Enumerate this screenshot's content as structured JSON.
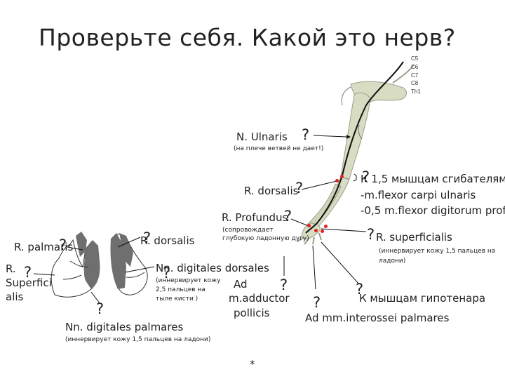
{
  "title": "Проверьте себя. Какой это нерв?",
  "roots": [
    "C5",
    "C6",
    "C7",
    "C8",
    "Th1"
  ],
  "question_mark": "?",
  "labels": {
    "n_ulnaris": "N. Ulnaris",
    "n_ulnaris_note": "(на плече ветвей не дает!)",
    "r_dorsalis_arm": "R. dorsalis",
    "r_profundus": "R. Profundus",
    "r_profundus_note_1": "(сопровождает",
    "r_profundus_note_2": "глубокую ладонную дугу)",
    "k_flexors_1": "К 1,5 мышцам сгибателям:",
    "k_flexors_2": "-m.flexor carpi ulnaris",
    "k_flexors_3": "-0,5 m.flexor digitorum prof.",
    "r_superficialis": "R. superficialis",
    "r_superficialis_note_1": "(иннервирует кожу 1,5 пальцев на",
    "r_superficialis_note_2": "ладони)",
    "r_palmaris": "R. palmaris",
    "r_dorsalis_hand": "R. dorsalis",
    "r_superficialis_hand_1": "R.",
    "r_superficialis_hand_2": "Superfici",
    "r_superficialis_hand_3": "alis",
    "nn_dig_dorsales": "Nn. digitales dorsales",
    "nn_dig_dorsales_note_1": "(иннервирует кожу",
    "nn_dig_dorsales_note_2": "2,5 пальцев на",
    "nn_dig_dorsales_note_3": "тыле кисти )",
    "ad_adductor_1": "Ad",
    "ad_adductor_2": "m.adductor",
    "ad_adductor_3": "pollicis",
    "k_hypothenar": "К мышцам гипотенара",
    "ad_interossei": "Ad mm.interossei palmares",
    "nn_dig_palmares": "Nn. digitales palmares",
    "nn_dig_palmares_note": "(иннервирует кожу 1,5 пальцев на ладони)",
    "asterisk": "*"
  },
  "colors": {
    "bone": "#d8dcc2",
    "bone_edge": "#9aa08a",
    "nerve": "#111111",
    "hand": "#6f6f6f",
    "marker": "#e02020"
  }
}
